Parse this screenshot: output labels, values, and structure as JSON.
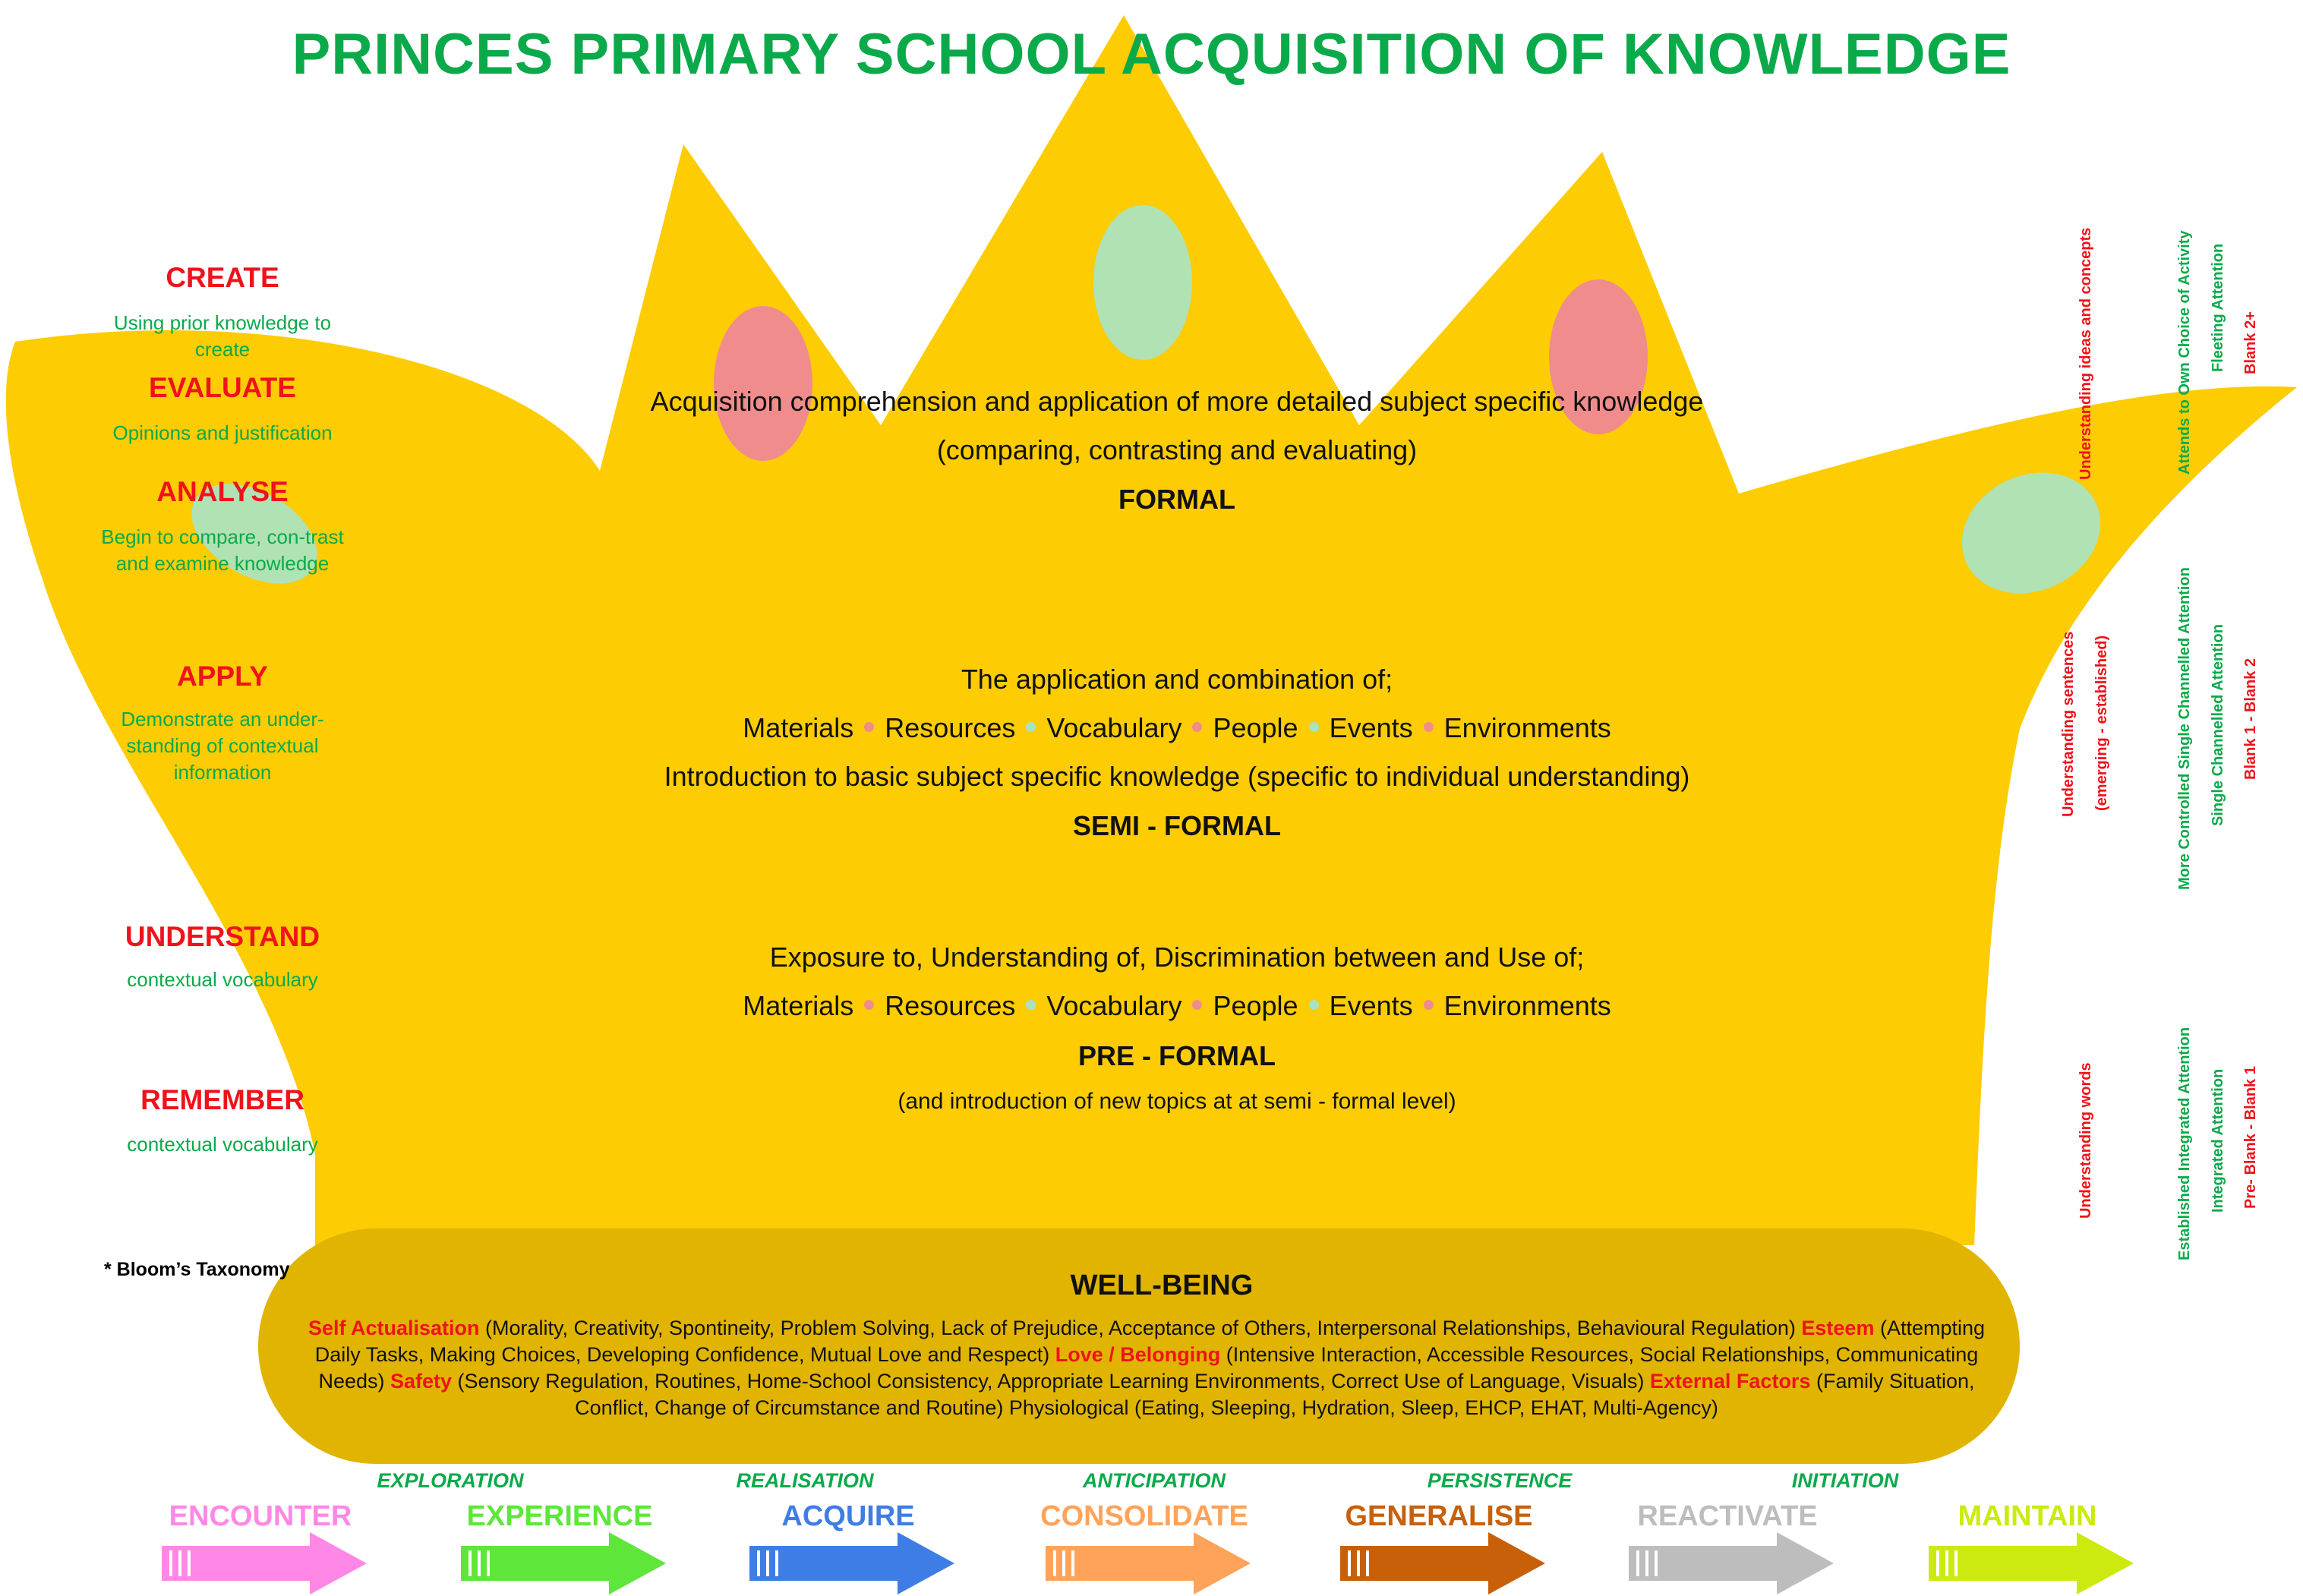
{
  "title": "PRINCES PRIMARY SCHOOL ACQUISITION OF KNOWLEDGE",
  "bloom": [
    {
      "heading": "CREATE",
      "desc": "Using prior knowledge to create"
    },
    {
      "heading": "EVALUATE",
      "desc": "Opinions and justification"
    },
    {
      "heading": "ANALYSE",
      "desc": "Begin to compare, con-trast and examine knowledge"
    },
    {
      "heading": "APPLY",
      "desc": "Demonstrate an under-standing of contextual information"
    },
    {
      "heading": "UNDERSTAND",
      "desc": "contextual vocabulary"
    },
    {
      "heading": "REMEMBER",
      "desc": "contextual vocabulary"
    }
  ],
  "footnote": "* Bloom’s Taxonomy",
  "formal": {
    "line1": "Acquisition comprehension and application of more detailed subject specific knowledge",
    "line2": "(comparing, contrasting and evaluating)",
    "label": "FORMAL"
  },
  "semi_formal": {
    "line1": "The application and combination of;",
    "items": [
      "Materials",
      "Resources",
      "Vocabulary",
      "People",
      "Events",
      "Environments"
    ],
    "line3": "Introduction to basic subject specific knowledge (specific to individual understanding)",
    "label": "SEMI - FORMAL"
  },
  "pre_formal": {
    "line1": "Exposure to, Understanding of,  Discrimination between and Use of;",
    "items": [
      "Materials",
      "Resources",
      "Vocabulary",
      "People",
      "Events",
      "Environments"
    ],
    "label": "PRE - FORMAL",
    "note": "(and introduction of new topics at at semi - formal level)"
  },
  "right_columns": {
    "understanding_top": "Understanding ideas and concepts",
    "understanding_mid_1": "Understanding sentences",
    "understanding_mid_2": "(emerging - established)",
    "understanding_bottom": "Understanding words",
    "attention_a_top": "Attends to Own Choice of Activity",
    "attention_a_mid": "More Controlled Single Channelled Attention",
    "attention_a_bottom": "Established Integrated Attention",
    "attention_b_top": "Fleeting Attention",
    "attention_b_mid": "Single Channelled Attention",
    "attention_b_bottom": "Integrated Attention",
    "blank_top": "Blank 2+",
    "blank_mid": "Blank 1 - Blank 2",
    "blank_bottom": "Pre- Blank - Blank 1"
  },
  "wellbeing": {
    "title": "WELL-BEING",
    "self_actualisation": "Self Actualisation",
    "self_actualisation_text": " (Morality, Creativity, Spontineity, Problem Solving, Lack of Prejudice, Acceptance of Others, Interpersonal Relationships, Behavioural Regulation)  ",
    "esteem": "Esteem",
    "esteem_text": " (Attempting Daily Tasks, Making Choices, Developing Confidence, Mutual Love and Respect)  ",
    "love": "Love / Belonging",
    "love_text": " (Intensive Interaction, Accessible Resources, Social Relationships, Communicating Needs)  ",
    "safety": "Safety",
    "safety_text": " (Sensory Regulation, Routines, Home-School Consistency, Appropriate Learning Environments, Correct Use of Language, Visuals)  ",
    "external": "External Factors",
    "external_text": " (Family Situation, Conflict, Change of Circumstance and Routine)  Physiological (Eating, Sleeping, Hydration, Sleep, EHCP, EHAT, Multi-Agency)"
  },
  "stages": [
    {
      "label": "ENCOUNTER",
      "color": "#ff88e6"
    },
    {
      "label": "EXPERIENCE",
      "color": "#5ee63a"
    },
    {
      "label": "ACQUIRE",
      "color": "#3f7de6"
    },
    {
      "label": "CONSOLIDATE",
      "color": "#ffa35a"
    },
    {
      "label": "GENERALISE",
      "color": "#c8600a"
    },
    {
      "label": "REACTIVATE",
      "color": "#bdbdbd"
    },
    {
      "label": "MAINTAIN",
      "color": "#ccea10"
    }
  ],
  "transitions": [
    "EXPLORATION",
    "REALISATION",
    "ANTICIPATION",
    "PERSISTENCE",
    "INITIATION"
  ],
  "colors": {
    "crown": "#fdcc02",
    "band": "#e0b400",
    "pink_gem": "#f08c8c",
    "mint_gem": "#b0e2b4",
    "title_green": "#0aaa4a",
    "bloom_red": "#f0121b"
  }
}
